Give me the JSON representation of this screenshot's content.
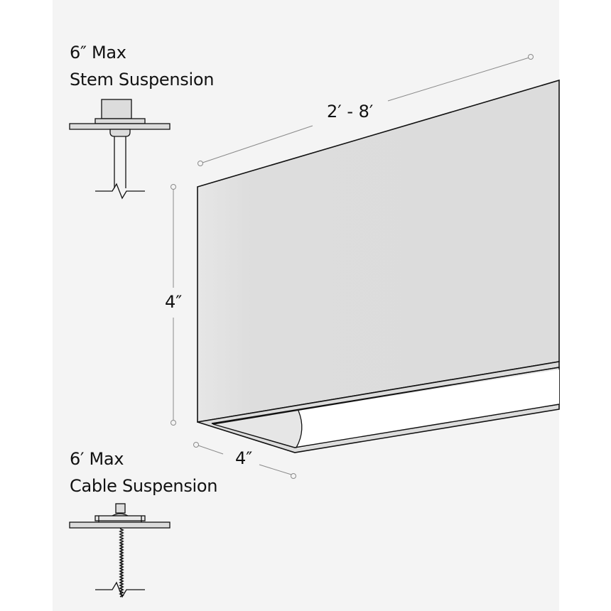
{
  "mounting_options": [
    {
      "title_line1": "6″ Max",
      "title_line2": "Stem Suspension",
      "icon": "stem-suspension-icon"
    },
    {
      "title_line1": "6′ Max",
      "title_line2": "Cable Suspension",
      "icon": "cable-suspension-icon"
    }
  ],
  "dimensions": {
    "length": "2′ - 8′",
    "height": "4″",
    "width": "4″"
  },
  "colors": {
    "background": "#ffffff",
    "panel": "#f4f4f4",
    "fixture_face": "#dcdcdc",
    "lens": "#ffffff",
    "outline": "#111111",
    "dimension_line": "#8a8a8a"
  }
}
